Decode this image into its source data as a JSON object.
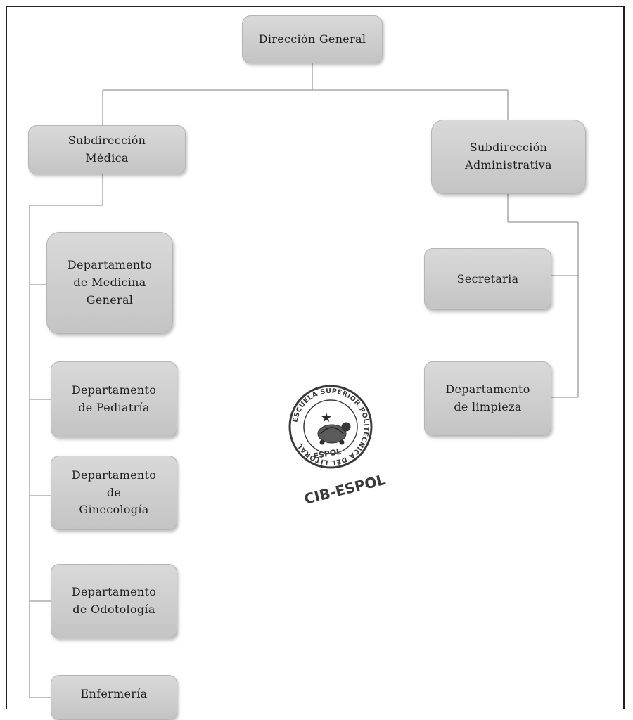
{
  "org_chart": {
    "root": {
      "label": "Dirección General"
    },
    "branches": {
      "medical": {
        "label": "Subdirección\nMédica",
        "children": [
          "Departamento\nde Medicina\nGeneral",
          "Departamento\nde Pediatría",
          "Departamento\nde\nGinecología",
          "Departamento\nde Odotología",
          "Enfermería"
        ]
      },
      "administrative": {
        "label": "Subdirección\nAdministrativa",
        "children": [
          "Secretaria",
          "Departamento\nde limpieza"
        ]
      }
    }
  },
  "seal": {
    "ring_text": "ESCUELA SUPERIOR POLITECNICA DEL LITORAL",
    "inner_text": "ESPOL",
    "caption": "CIB-ESPOL"
  },
  "colors": {
    "box_fill": "#cfcfcf",
    "line": "#9a9a9a",
    "stamp_ink": "#3a3a3a"
  }
}
